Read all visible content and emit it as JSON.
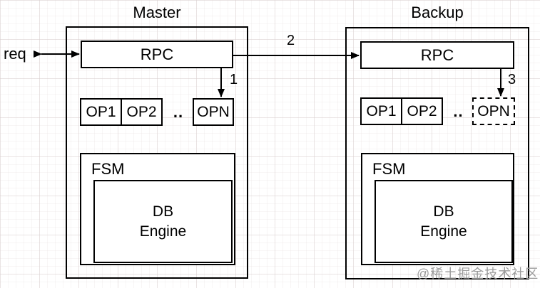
{
  "master": {
    "title": "Master",
    "rpc_label": "RPC",
    "op1": "OP1",
    "op2": "OP2",
    "dots": "..",
    "opn": "OPN",
    "fsm_label": "FSM",
    "db_line1": "DB",
    "db_line2": "Engine"
  },
  "backup": {
    "title": "Backup",
    "rpc_label": "RPC",
    "op1": "OP1",
    "op2": "OP2",
    "dots": "..",
    "opn": "OPN",
    "fsm_label": "FSM",
    "db_line1": "DB",
    "db_line2": "Engine"
  },
  "labels": {
    "req": "req",
    "step1": "1",
    "step2": "2",
    "step3": "3"
  },
  "watermark": "@稀土掘金技术社区",
  "colors": {
    "line": "#000000",
    "watermark": "#9b9b9b"
  }
}
